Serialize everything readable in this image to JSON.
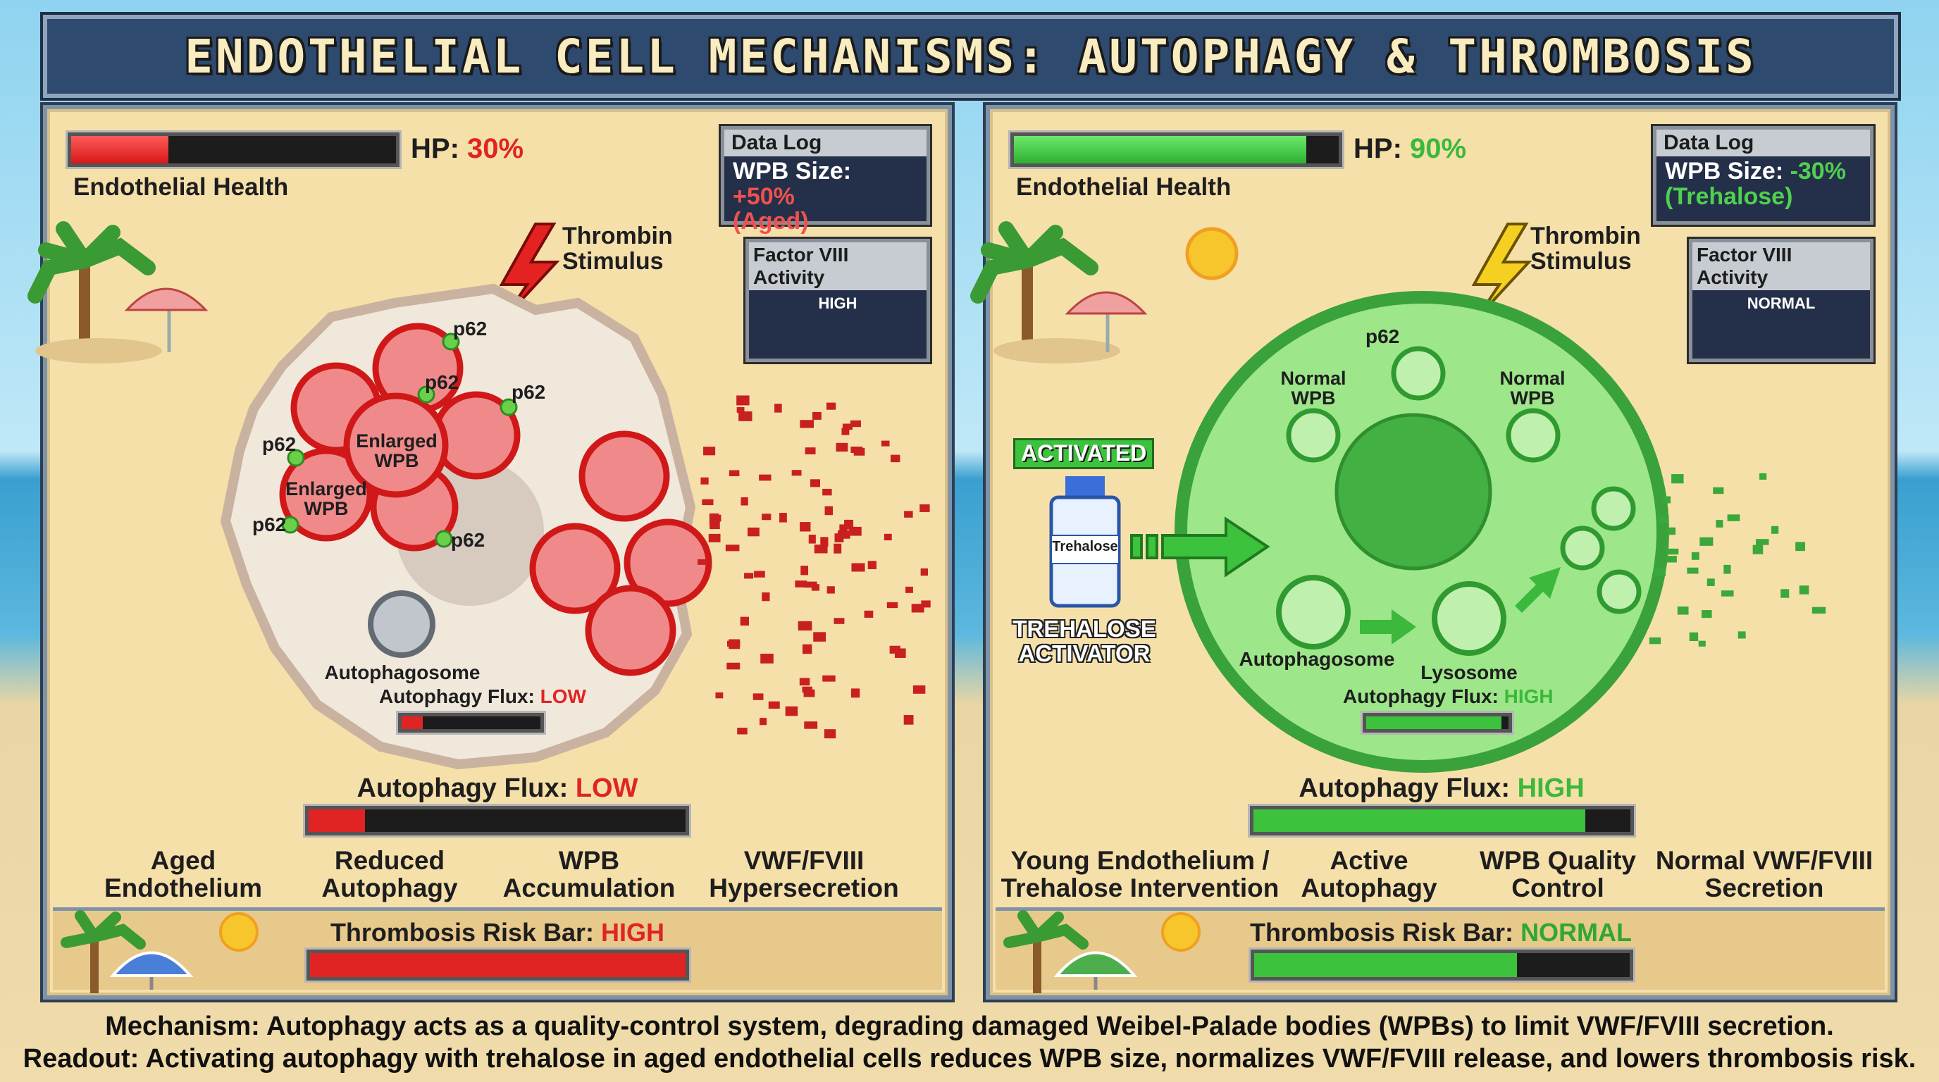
{
  "title": "ENDOTHELIAL CELL MECHANISMS: AUTOPHAGY & THROMBOSIS",
  "colors": {
    "bad": "#e02424",
    "good": "#3cc23c",
    "panel": "#f6e0aa",
    "box": "#243049"
  },
  "left": {
    "hp_label": "HP:",
    "hp_value": "30%",
    "hp_fraction": 0.3,
    "health_label": "Endothelial Health",
    "data_log": {
      "title": "Data Log",
      "wpb_label": "WPB Size:",
      "wpb_value": "+50%",
      "condition": "(Aged)"
    },
    "factor_viii": {
      "title": "Factor VIII Activity",
      "level": "HIGH"
    },
    "stimulus": [
      "Thrombin",
      "Stimulus"
    ],
    "cell": {
      "p62": [
        "p62",
        "p62",
        "p62",
        "p62",
        "p62",
        "p62"
      ],
      "enlarged_wpb": [
        "Enlarged WPB",
        "Enlarged WPB"
      ],
      "autophagosome": "Autophagosome",
      "flux_label": "Autophagy Flux:",
      "flux_value": "LOW",
      "flux_fraction": 0.15
    },
    "flux_label": "Autophagy Flux:",
    "flux_value": "LOW",
    "flux_fraction": 0.15,
    "stages": [
      [
        "Aged",
        "Endothelium"
      ],
      [
        "Reduced",
        "Autophagy"
      ],
      [
        "WPB",
        "Accumulation"
      ],
      [
        "VWF/FVIII",
        "Hypersecretion"
      ]
    ],
    "risk_label": "Thrombosis Risk Bar:",
    "risk_value": "HIGH",
    "risk_fraction": 1.0
  },
  "right": {
    "hp_label": "HP:",
    "hp_value": "90%",
    "hp_fraction": 0.9,
    "health_label": "Endothelial Health",
    "data_log": {
      "title": "Data Log",
      "wpb_label": "WPB Size:",
      "wpb_value": "-30%",
      "condition": "(Trehalose)"
    },
    "factor_viii": {
      "title": "Factor VIII Activity",
      "level": "NORMAL"
    },
    "stimulus": [
      "Thrombin",
      "Stimulus"
    ],
    "activator": {
      "badge": "ACTIVATED",
      "vial_label": "Trehalose",
      "name": [
        "TREHALOSE",
        "ACTIVATOR"
      ]
    },
    "cell": {
      "p62": "p62",
      "normal_wpb": [
        "Normal WPB",
        "Normal WPB"
      ],
      "autophagosome": "Autophagosome",
      "lysosome": "Lysosome",
      "flux_label": "Autophagy Flux:",
      "flux_value": "HIGH",
      "flux_fraction": 0.95
    },
    "flux_label": "Autophagy Flux:",
    "flux_value": "HIGH",
    "flux_fraction": 0.88,
    "stages": [
      [
        "Young Endothelium /",
        "Trehalose Intervention"
      ],
      [
        "Active",
        "Autophagy"
      ],
      [
        "WPB Quality",
        "Control"
      ],
      [
        "Normal VWF/FVIII",
        "Secretion"
      ]
    ],
    "risk_label": "Thrombosis Risk Bar:",
    "risk_value": "NORMAL",
    "risk_fraction": 0.7
  },
  "caption": [
    "Mechanism: Autophagy acts as a quality-control system, degrading damaged Weibel-Palade bodies (WPBs) to limit VWF/FVIII secretion.",
    "Readout: Activating autophagy with trehalose in aged endothelial cells reduces WPB size, normalizes VWF/FVIII release, and lowers thrombosis risk."
  ]
}
